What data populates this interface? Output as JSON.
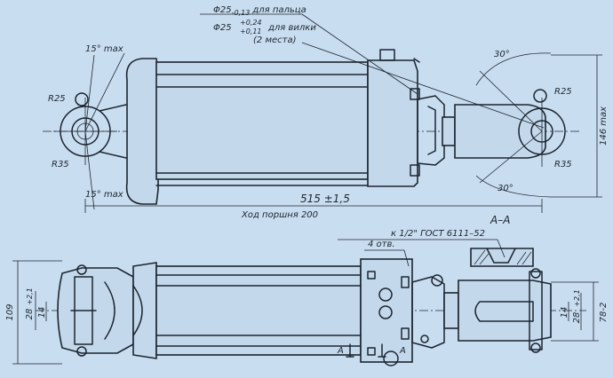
{
  "colors": {
    "background": "#c9ddf0",
    "ink": "#1b2530"
  },
  "notes": {
    "pin_hole": "Φ25",
    "pin_hole_tol": "-0,13",
    "pin_hole_suffix": "для пальца",
    "fork_hole": "Φ25",
    "fork_hole_tol_upper": "+0,24",
    "fork_hole_tol_lower": "+0,11",
    "fork_hole_suffix": "для вилки",
    "places": "(2 места)"
  },
  "dimensions": {
    "angle_top_left": "15° max",
    "angle_bottom_left": "15° max",
    "angle_top_right": "30°",
    "angle_bottom_right": "30°",
    "r25_left": "R25",
    "r35_left": "R35",
    "r25_right": "R25",
    "r35_right": "R35",
    "height_max": "146 max",
    "length": "515 ±1,5",
    "stroke": "Ход поршня 200",
    "overall_width": "109",
    "left_slot": "28",
    "left_slot_tol": "+2,1",
    "left_inner": "14",
    "right_inner": "14",
    "right_slot": "28",
    "right_slot_tol": "+2,1",
    "right_outer": "78-2"
  },
  "section": {
    "title": "А–А",
    "thread": "к 1/2\" ГОСТ 6111–52",
    "holes": "4 отв.",
    "marker_left": "А",
    "marker_right": "А"
  }
}
